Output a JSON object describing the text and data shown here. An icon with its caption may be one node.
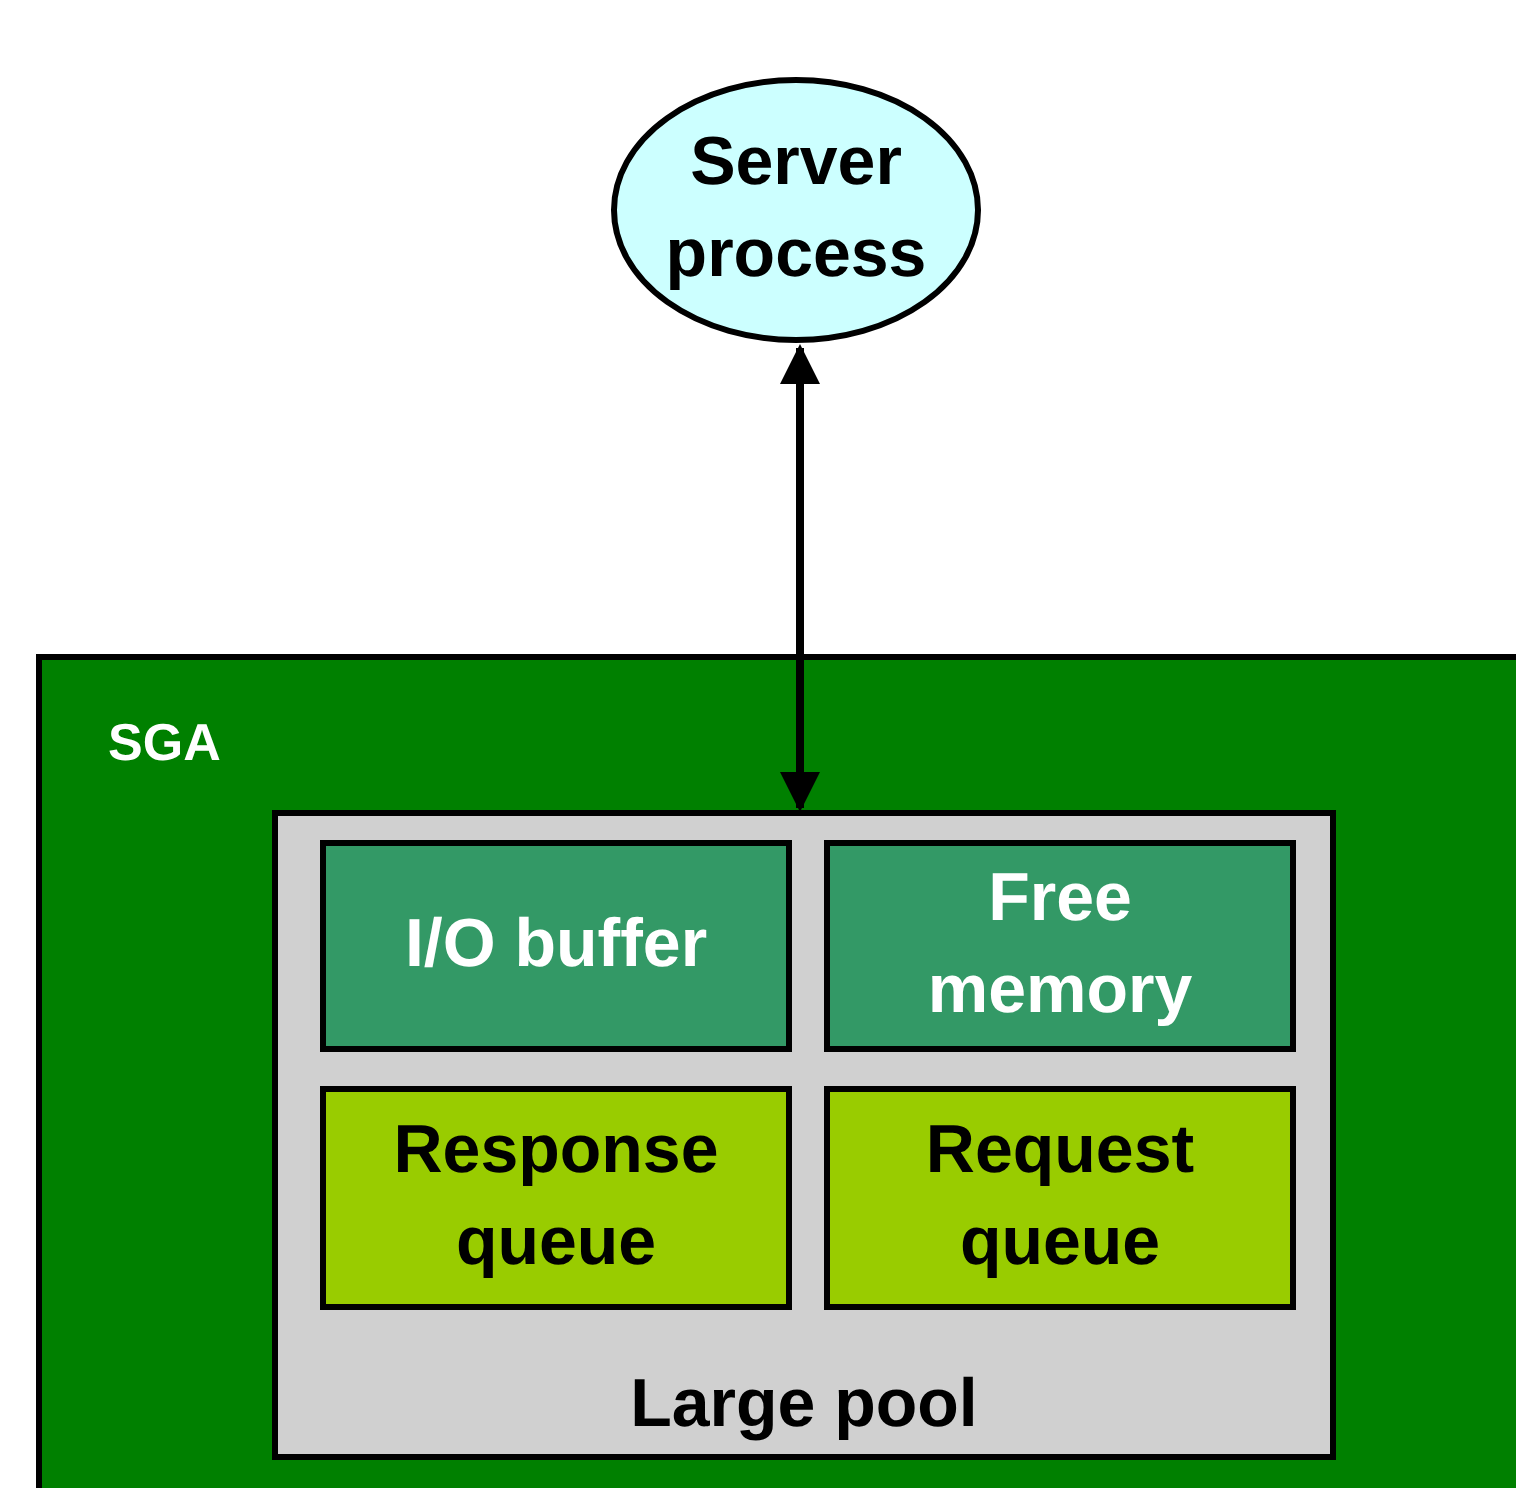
{
  "diagram": {
    "nodes": [
      {
        "text": [
          "Server process"
        ]
      },
      {
        "text": [
          "SGA"
        ]
      },
      {
        "text": [
          "Large pool"
        ],
        "in": 1
      },
      {
        "text": [
          "I/O buffer"
        ],
        "in": 2
      },
      {
        "text": [
          "Free memory"
        ],
        "in": 2
      },
      {
        "text": [
          "Response queue"
        ],
        "in": 2
      },
      {
        "text": [
          "Request queue"
        ],
        "in": 2
      }
    ],
    "edges": [
      {
        "from": 0,
        "to": 2,
        "arrow": "both"
      }
    ]
  }
}
